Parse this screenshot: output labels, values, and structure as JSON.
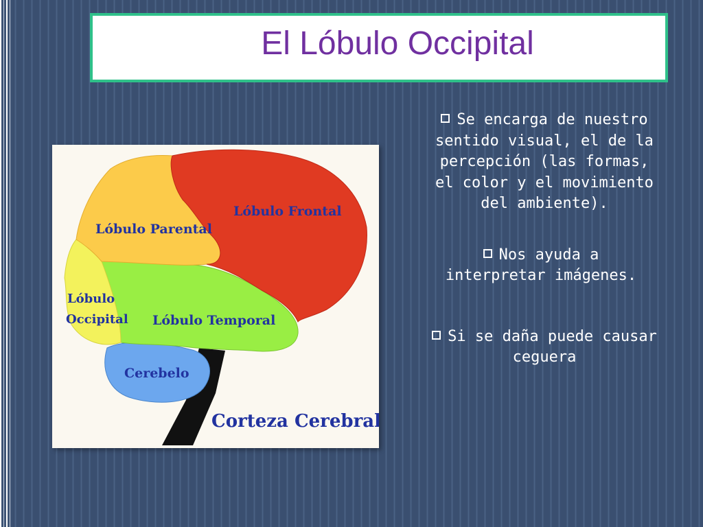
{
  "slide": {
    "title": "El Lóbulo Occipital"
  },
  "figure": {
    "labels": {
      "frontal": "Lóbulo Frontal",
      "parental": "Lóbulo Parental",
      "occipital_line1": "Lóbulo",
      "occipital_line2": "Occipital",
      "temporal": "Lóbulo Temporal",
      "cerebelo": "Cerebelo",
      "caption": "Corteza Cerebral"
    },
    "colors": {
      "frontal": "#e03a22",
      "parental": "#fccb4a",
      "occipital": "#f3f25c",
      "temporal": "#99ee44",
      "cerebelo": "#6ca7ee",
      "brainstem": "#111111",
      "label_text": "#2233a0"
    }
  },
  "bullets": [
    {
      "text": "Se encarga de nuestro sentido visual, el de la percepción (las formas, el color y el movimiento del ambiente)."
    },
    {
      "text": "Nos ayuda a interpretar imágenes."
    },
    {
      "text": "Si se daña puede causar ceguera"
    }
  ],
  "theme": {
    "background": "#3d5374",
    "title_color": "#7030a0",
    "title_border": "#2fc18a"
  }
}
